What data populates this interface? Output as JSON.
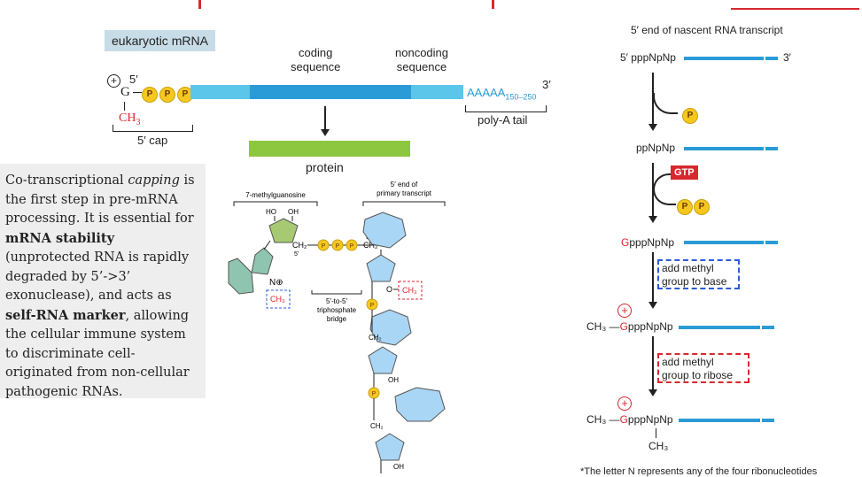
{
  "top_diagram": {
    "mrna_tag": "eukaryotic mRNA",
    "five_prime": "5′",
    "three_prime": "3′",
    "g_label": "G",
    "ch3_label": "CH",
    "ch3_sub": "3",
    "plus_symbol": "+",
    "p_label": "P",
    "coding_label_line1": "coding",
    "coding_label_line2": "sequence",
    "noncoding_label_line1": "noncoding",
    "noncoding_label_line2": "sequence",
    "polya_text": "AAAAA",
    "polya_sub": "150–250",
    "polya_tail_label": "poly-A tail",
    "cap_label": "5′ cap",
    "protein_label": "protein",
    "colors": {
      "light_blue": "#5bc5ea",
      "dark_blue": "#2a9bd6",
      "green": "#8dc63f",
      "tag_bg": "#c8dce8",
      "red": "#d7282f",
      "yellow": "#f6c81e"
    }
  },
  "note": {
    "p1": "Co-transcriptional ",
    "p1_em": "capping",
    "p2": " is the first step in pre-mRNA processing. It is essential for ",
    "p2_b": "mRNA stability",
    "p3": " (unprotected RNA is rapidly degraded by 5’->3’ exonuclease), and acts as ",
    "p3_b": "self-RNA marker",
    "p4": ", allowing the cellular immune system to discriminate cell-originated from non-cellular pathogenic RNAs."
  },
  "structure": {
    "methylguanosine_label": "7-methylguanosine",
    "primary_transcript_label_1": "5′ end of",
    "primary_transcript_label_2": "primary transcript",
    "ho": "HO",
    "oh": "OH",
    "ch2": "CH₂",
    "ch3": "CH₃",
    "n_plus": "N⊕",
    "o_label": "O",
    "five_prime": "5′",
    "bridge_label_1": "5′-to-5′",
    "bridge_label_2": "triphosphate",
    "bridge_label_3": "bridge"
  },
  "right_pathway": {
    "title": "5′ end of nascent RNA transcript",
    "step1_label": "5′ pppNpNp",
    "step1_end": "3′",
    "p_released": "P",
    "step2_label": "ppNpNp",
    "gtp_label": "GTP",
    "pp_released": "P",
    "step3_g": "G",
    "step3_rest": "pppNpNp",
    "box1_line1": "add methyl",
    "box1_line2": "group to base",
    "plus_symbol": "+",
    "step4_ch3": "CH₃ —",
    "step4_g": "G",
    "step4_rest": "pppNpNp",
    "box2_line1": "add methyl",
    "box2_line2": "group to ribose",
    "step5_ch3": "CH₃ —",
    "step5_g": "G",
    "step5_rest": "pppNpNp",
    "step5_bottom_ch3": "CH₃",
    "footnote": "*The letter N represents any of the four ribonucleotides"
  }
}
